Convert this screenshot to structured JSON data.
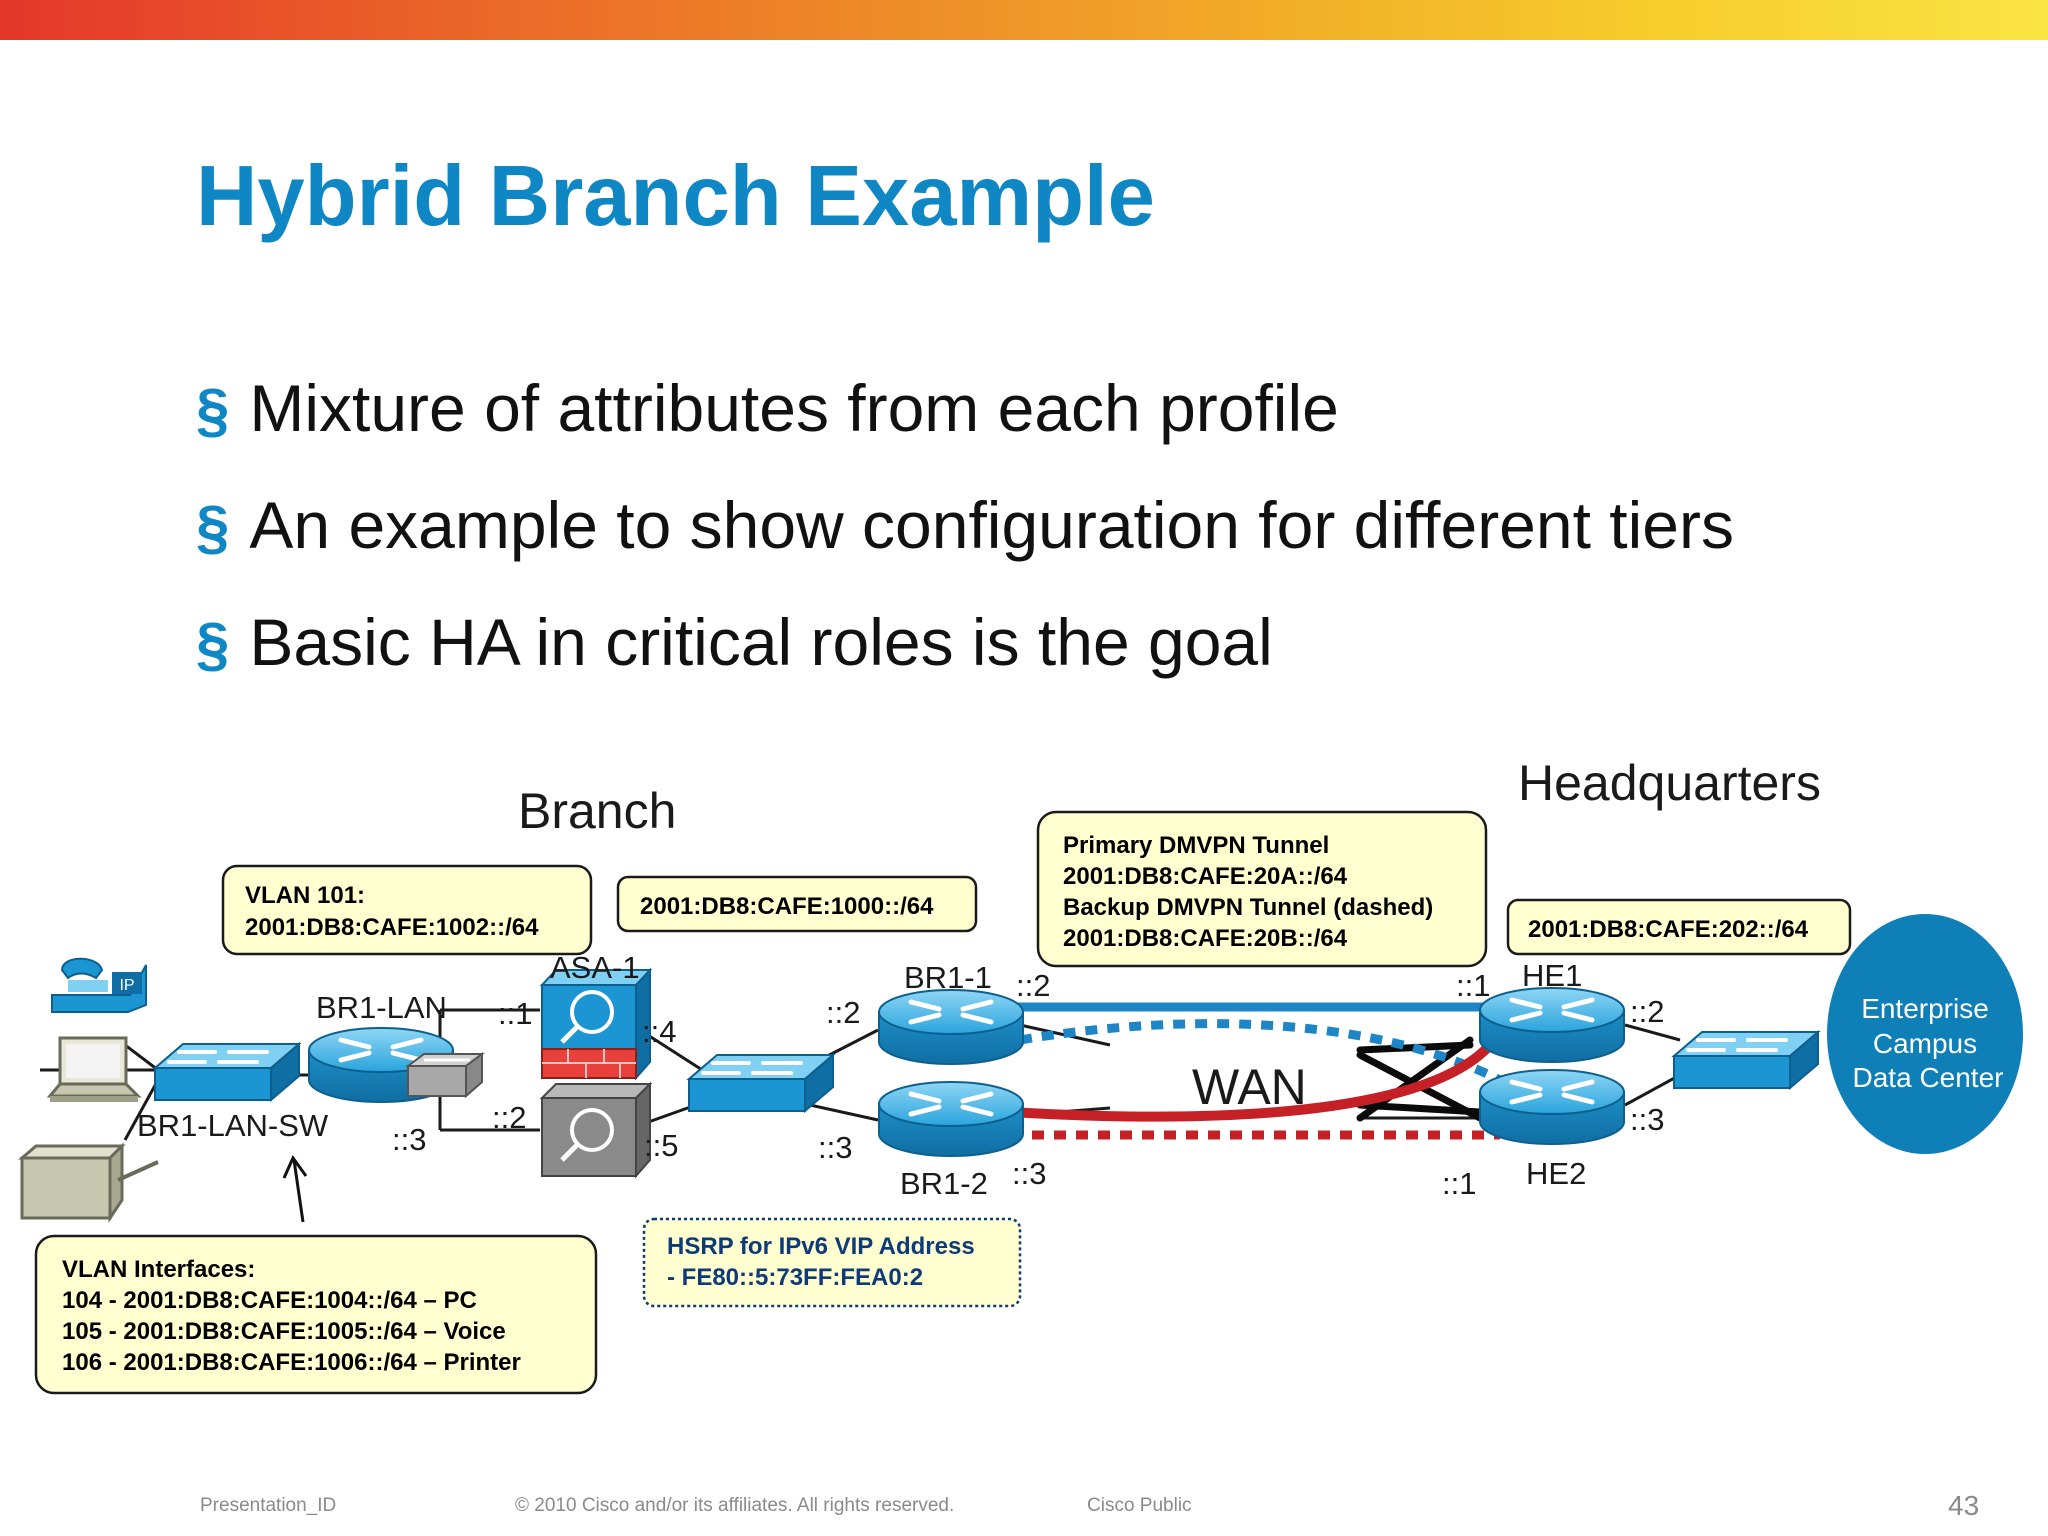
{
  "title": "Hybrid Branch Example",
  "bullet_symbol": "§",
  "bullets": [
    "Mixture of attributes from each profile",
    "An example to show configuration for different tiers",
    "Basic HA in critical roles is the goal"
  ],
  "diagram": {
    "section_branch": "Branch",
    "section_hq": "Headquarters",
    "wan_label": "WAN",
    "devices": {
      "br1_lan_sw": "BR1-LAN-SW",
      "br1_lan": "BR1-LAN",
      "asa1": "ASA-1",
      "br1_1": "BR1-1",
      "br1_2": "BR1-2",
      "he1": "HE1",
      "he2": "HE2",
      "phone_badge": "IP"
    },
    "datacenter": [
      "Enterprise",
      "Campus",
      "Data Center"
    ],
    "addr": {
      "br1lan_asa_top": "::1",
      "br1lan_asa_bottom": "::2",
      "br1lan_sw": "::3",
      "asa1": "::4",
      "asa2": "::5",
      "br1_1_left": "::2",
      "br1_1_wan": "::2",
      "br1_2_left": "::3",
      "br1_2_wan": "::3",
      "he1_wan": "::1",
      "he1_right": "::2",
      "he2_wan": "::1",
      "he2_right": "::3"
    },
    "notes": {
      "vlan101": [
        "VLAN 101:",
        "2001:DB8:CAFE:1002::/64"
      ],
      "prefix_1000": [
        "2001:DB8:CAFE:1000::/64"
      ],
      "dmvpn": [
        "Primary DMVPN Tunnel",
        "2001:DB8:CAFE:20A::/64",
        "Backup DMVPN Tunnel (dashed)",
        "2001:DB8:CAFE:20B::/64"
      ],
      "prefix_202": [
        "2001:DB8:CAFE:202::/64"
      ],
      "hsrp": [
        "HSRP for IPv6 VIP Address",
        "- FE80::5:73FF:FEA0:2"
      ],
      "vlan_ifaces": [
        "VLAN Interfaces:",
        "104 - 2001:DB8:CAFE:1004::/64 – PC",
        "105 - 2001:DB8:CAFE:1005::/64 – Voice",
        "106 - 2001:DB8:CAFE:1006::/64 – Printer"
      ]
    },
    "colors": {
      "device_blue": "#1a9ad6",
      "primary_tunnel": "#1e86c6",
      "backup_tunnel": "#c42026",
      "note_fill": "#ffffd0",
      "datacenter": "#0f7fb8"
    }
  },
  "footer": {
    "presentation_id": "Presentation_ID",
    "copyright": "© 2010 Cisco and/or its affiliates. All rights reserved.",
    "classification": "Cisco Public",
    "page_number": "43"
  }
}
